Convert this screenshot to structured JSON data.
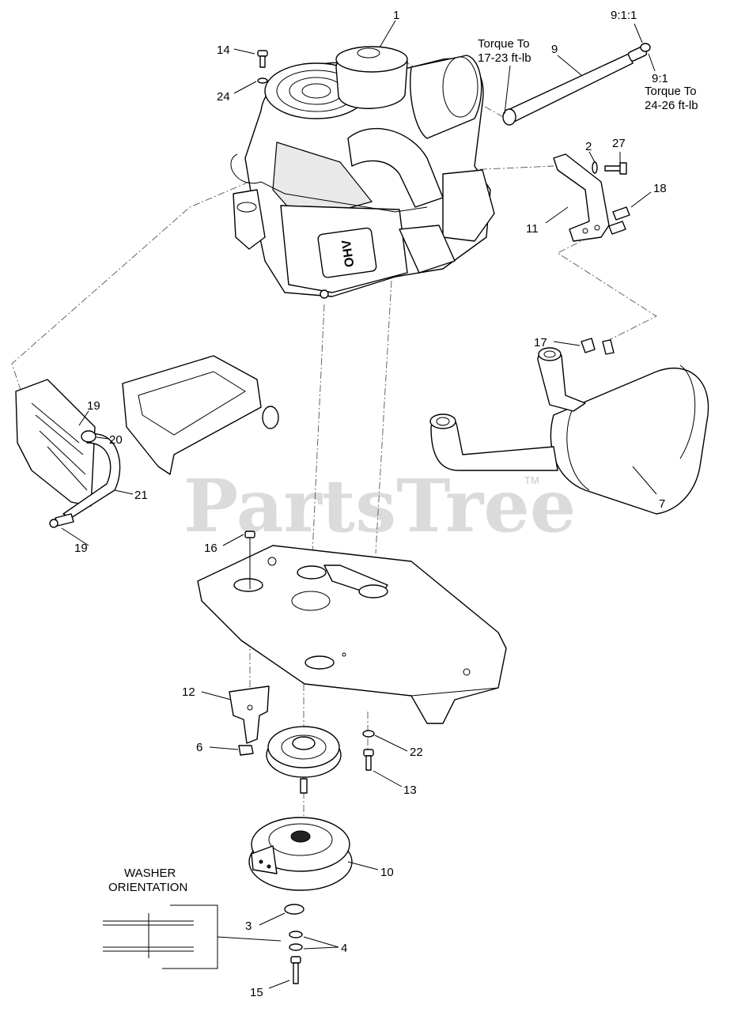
{
  "watermark": {
    "brand": "PartsTree",
    "trademark": "TM"
  },
  "callouts": {
    "c1": "1",
    "c2": "2",
    "c3": "3",
    "c4": "4",
    "c6": "6",
    "c7": "7",
    "c9": "9",
    "c9_1_1": "9:1:1",
    "c9_1": "9:1",
    "c10": "10",
    "c11": "11",
    "c12": "12",
    "c13": "13",
    "c14": "14",
    "c15": "15",
    "c16": "16",
    "c17": "17",
    "c18": "18",
    "c19a": "19",
    "c19b": "19",
    "c20": "20",
    "c21": "21",
    "c22": "22",
    "c24": "24",
    "c27": "27"
  },
  "notes": {
    "torque_a_line1": "Torque To",
    "torque_a_line2": "17-23 ft-lb",
    "torque_b_line1": "Torque To",
    "torque_b_line2": "24-26 ft-lb",
    "washer_line1": "WASHER",
    "washer_line2": "ORIENTATION"
  },
  "engine_label": "OHV"
}
